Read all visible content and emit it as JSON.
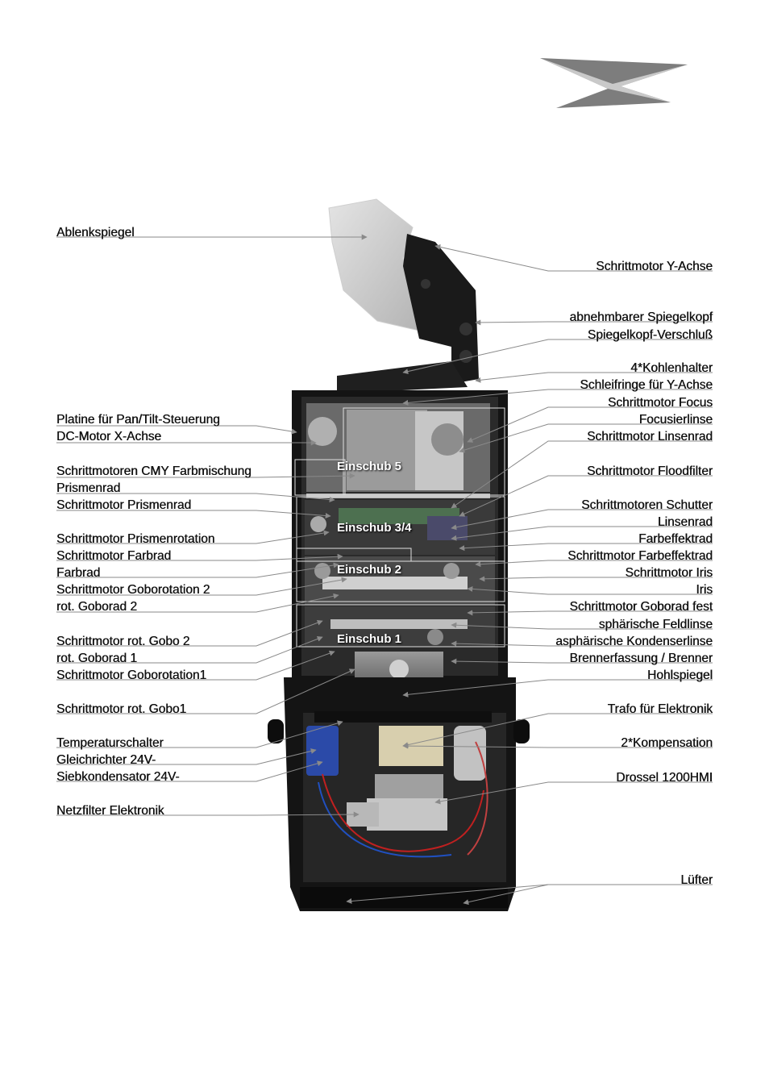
{
  "labels_left": [
    "Ablenkspiegel",
    "Platine für Pan/Tilt-Steuerung",
    "DC-Motor X-Achse",
    "Schrittmotoren CMY Farbmischung",
    "Prismenrad",
    "Schrittmotor Prismenrad",
    "Schrittmotor Prismenrotation",
    "Schrittmotor Farbrad",
    "Farbrad",
    "Schrittmotor Goborotation 2",
    "rot. Goborad 2",
    "Schrittmotor rot. Gobo 2",
    "rot. Goborad 1",
    "Schrittmotor Goborotation1",
    "Schrittmotor rot. Gobo1",
    "Temperaturschalter",
    "Gleichrichter 24V-",
    "Siebkondensator 24V-",
    "Netzfilter Elektronik"
  ],
  "labels_right": [
    "Schrittmotor Y-Achse",
    "abnehmbarer Spiegelkopf",
    "Spiegelkopf-Verschluß",
    "4*Kohlenhalter",
    "Schleifringe für Y-Achse",
    "Schrittmotor Focus",
    "Focusierlinse",
    "Schrittmotor Linsenrad",
    "Schrittmotor Floodfilter",
    "Schrittmotoren Schutter",
    "Linsenrad",
    "Farbeffektrad",
    "Schrittmotor Farbeffektrad",
    "Schrittmotor Iris",
    "Iris",
    "Schrittmotor Goborad fest",
    "sphärische Feldlinse",
    "asphärische Kondenserlinse",
    "Brennerfassung / Brenner",
    "Hohlspiegel",
    "Trafo für Elektronik",
    "2*Kompensation",
    "Drossel 1200HMI",
    "Lüfter"
  ],
  "einschub": [
    "Einschub 5",
    "Einschub 3/4",
    "Einschub 2",
    "Einschub 1"
  ],
  "colors": {
    "logo_light": "#c9c9c9",
    "logo_dark": "#7d7d7d",
    "chassis": "#141414",
    "leader_line": "#8a8a8a"
  }
}
